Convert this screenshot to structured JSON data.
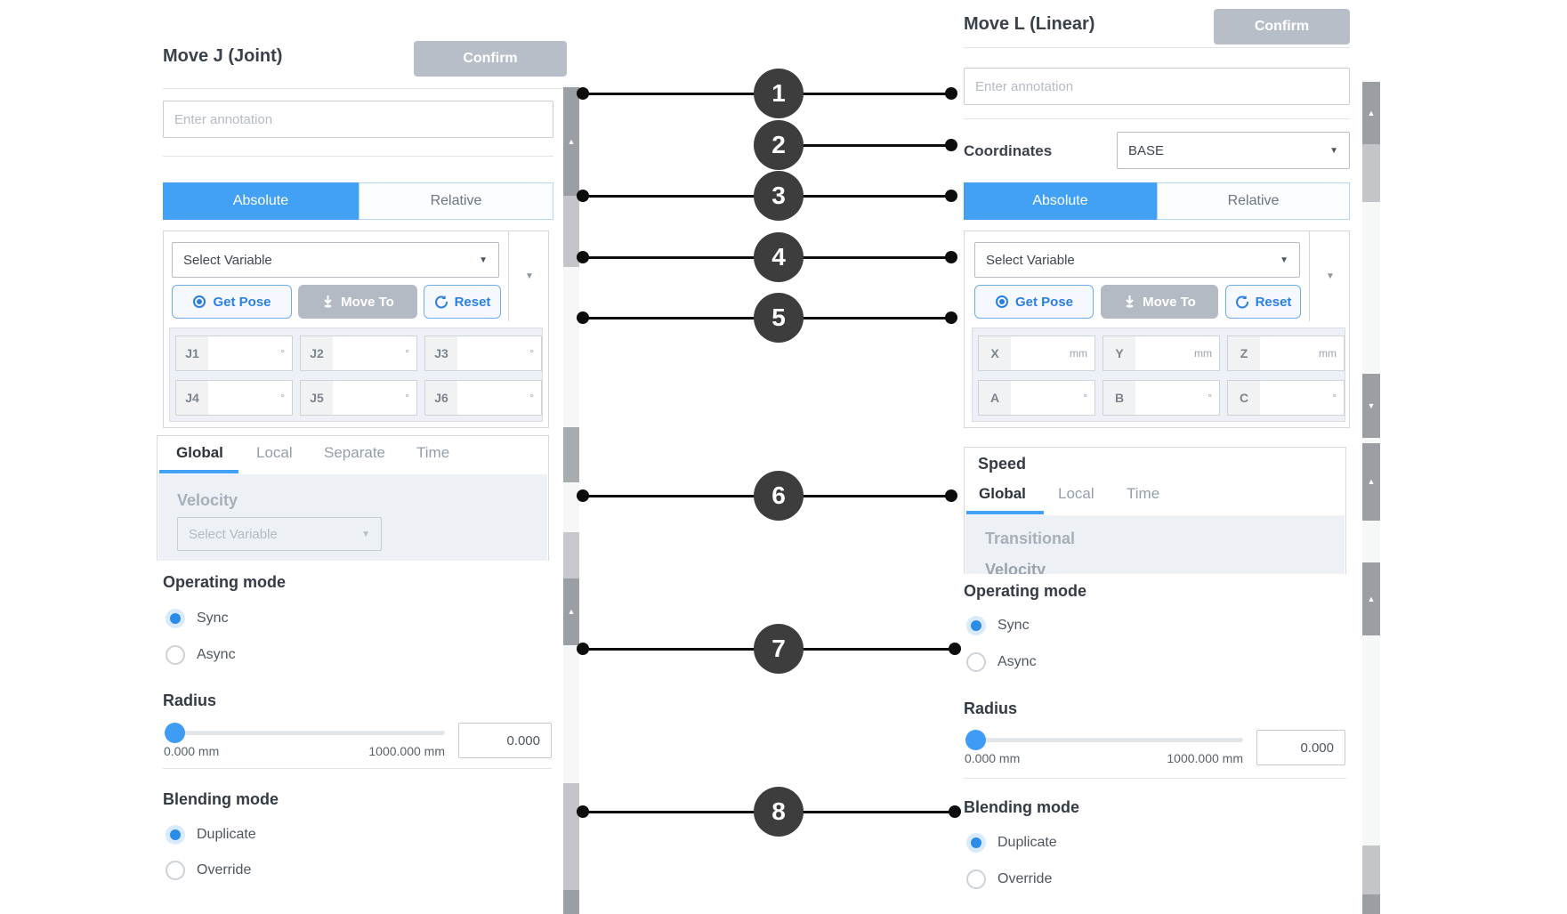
{
  "left": {
    "title": "Move J (Joint)",
    "confirm_label": "Confirm",
    "annotation_placeholder": "Enter annotation",
    "tabs": {
      "absolute": "Absolute",
      "relative": "Relative"
    },
    "variable": {
      "select_placeholder": "Select Variable",
      "get_pose": "Get Pose",
      "move_to": "Move To",
      "reset": "Reset",
      "joints": [
        "J1",
        "J2",
        "J3",
        "J4",
        "J5",
        "J6"
      ],
      "joint_unit": "°"
    },
    "speed": {
      "tabs": [
        "Global",
        "Local",
        "Separate",
        "Time"
      ],
      "active_tab": "Global",
      "velocity_label": "Velocity",
      "velocity_select_placeholder": "Select Variable"
    },
    "operating": {
      "heading": "Operating mode",
      "sync": "Sync",
      "async": "Async",
      "selected": "Sync"
    },
    "radius": {
      "heading": "Radius",
      "min": "0.000 mm",
      "max": "1000.000 mm",
      "value": "0.000"
    },
    "blending": {
      "heading": "Blending mode",
      "duplicate": "Duplicate",
      "override": "Override",
      "selected": "Duplicate"
    }
  },
  "right": {
    "title": "Move L (Linear)",
    "confirm_label": "Confirm",
    "annotation_placeholder": "Enter annotation",
    "coordinates": {
      "label": "Coordinates",
      "value": "BASE"
    },
    "tabs": {
      "absolute": "Absolute",
      "relative": "Relative"
    },
    "variable": {
      "select_placeholder": "Select Variable",
      "get_pose": "Get Pose",
      "move_to": "Move To",
      "reset": "Reset",
      "fields": [
        {
          "label": "X",
          "unit": "mm"
        },
        {
          "label": "Y",
          "unit": "mm"
        },
        {
          "label": "Z",
          "unit": "mm"
        },
        {
          "label": "A",
          "unit": "°"
        },
        {
          "label": "B",
          "unit": "°"
        },
        {
          "label": "C",
          "unit": "°"
        }
      ]
    },
    "speed": {
      "heading": "Speed",
      "tabs": [
        "Global",
        "Local",
        "Time"
      ],
      "active_tab": "Global",
      "transitional_label": "Transitional",
      "clipped_label": "Velocity"
    },
    "operating": {
      "heading": "Operating mode",
      "sync": "Sync",
      "async": "Async",
      "selected": "Sync"
    },
    "radius": {
      "heading": "Radius",
      "min": "0.000 mm",
      "max": "1000.000 mm",
      "value": "0.000"
    },
    "blending": {
      "heading": "Blending mode",
      "duplicate": "Duplicate",
      "override": "Override",
      "selected": "Duplicate"
    }
  },
  "callouts": {
    "numbers": [
      "1",
      "2",
      "3",
      "4",
      "5",
      "6",
      "7",
      "8"
    ]
  },
  "colors": {
    "accent_blue": "#42a1f5",
    "callout_dark": "#3d3d3d",
    "confirm_gray": "#b8bec8"
  }
}
